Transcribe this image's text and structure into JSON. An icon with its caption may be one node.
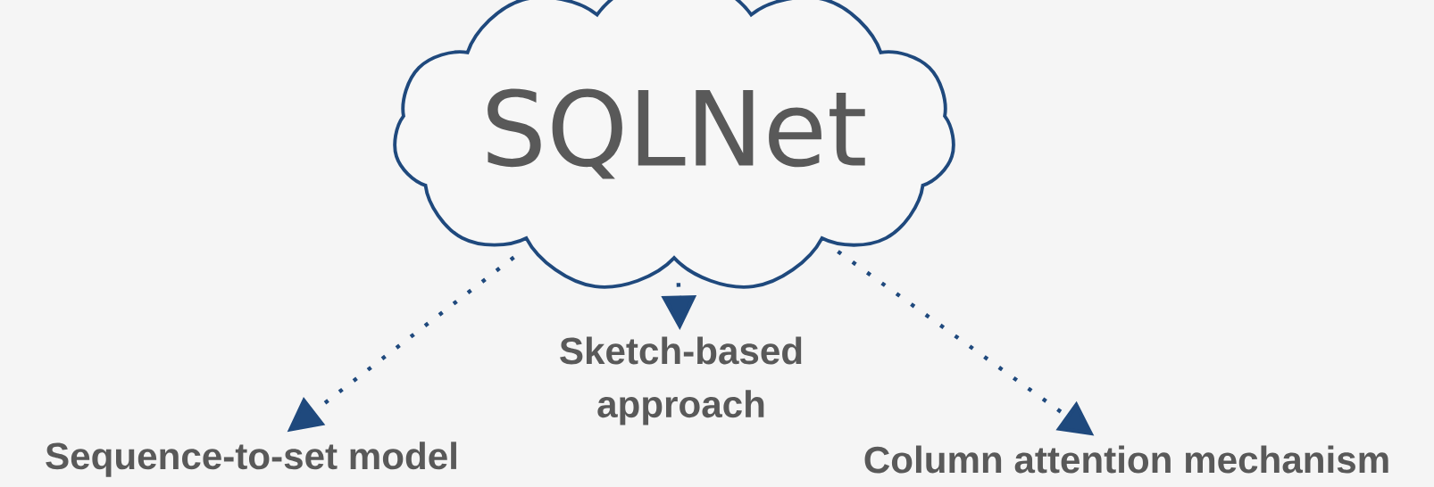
{
  "diagram": {
    "nodes": [
      {
        "text": [
          "SQLNet"
        ]
      },
      {
        "text": [
          "Sequence-to-set model"
        ]
      },
      {
        "text": [
          "Sketch-based approach"
        ]
      },
      {
        "text": [
          "Column attention mechanism"
        ]
      }
    ],
    "edges": [
      {
        "from": 0,
        "to": 1,
        "arrow": "to"
      },
      {
        "from": 0,
        "to": 2,
        "arrow": "to"
      },
      {
        "from": 0,
        "to": 3,
        "arrow": "to"
      }
    ]
  }
}
